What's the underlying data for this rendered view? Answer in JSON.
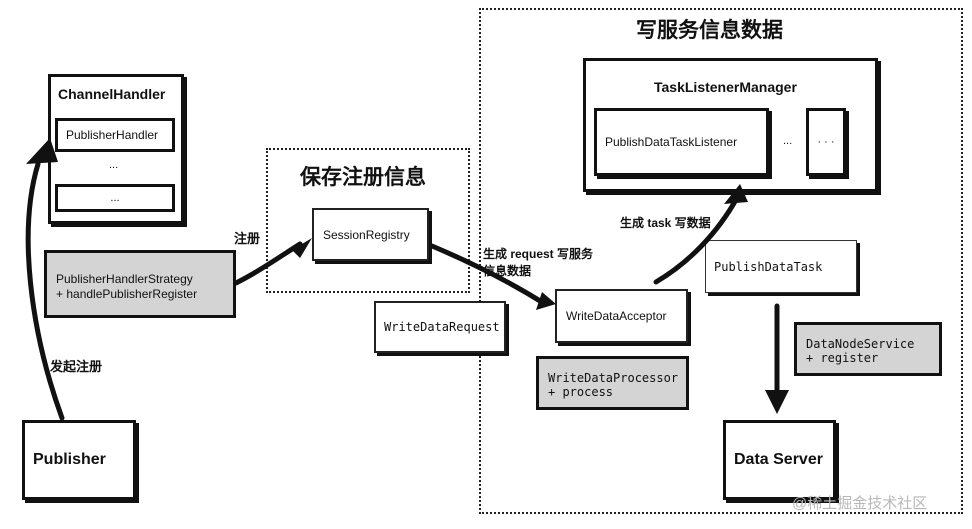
{
  "regions": {
    "write_service": {
      "title": "写服务信息数据"
    },
    "save_registration": {
      "title": "保存注册信息"
    }
  },
  "nodes": {
    "channel_handler": {
      "title": "ChannelHandler",
      "item1": "PublisherHandler",
      "item2": "...",
      "item3": "..."
    },
    "strategy": {
      "line1": "PublisherHandlerStrategy",
      "line2": "+ handlePublisherRegister"
    },
    "publisher": {
      "label": "Publisher"
    },
    "session_registry": {
      "label": "SessionRegistry"
    },
    "write_data_request": {
      "label": "WriteDataRequest"
    },
    "write_data_acceptor": {
      "label": "WriteDataAcceptor"
    },
    "write_data_processor": {
      "line1": "WriteDataProcessor",
      "line2": "+ process"
    },
    "task_listener_manager": {
      "title": "TaskListenerManager",
      "item1": "PublishDataTaskListener",
      "item2": "...",
      "item3": "· · ·"
    },
    "publish_data_task": {
      "label": "PublishDataTask"
    },
    "data_node_service": {
      "line1": "DataNodeService",
      "line2": "+ register"
    },
    "data_server": {
      "label": "Data Server"
    }
  },
  "edges": {
    "initiate_registration": "发起注册",
    "register": "注册",
    "generate_request_line1": "生成 request 写服务",
    "generate_request_line2": "信息数据",
    "generate_task": "生成 task 写数据"
  },
  "watermark": "@稀土掘金技术社区"
}
